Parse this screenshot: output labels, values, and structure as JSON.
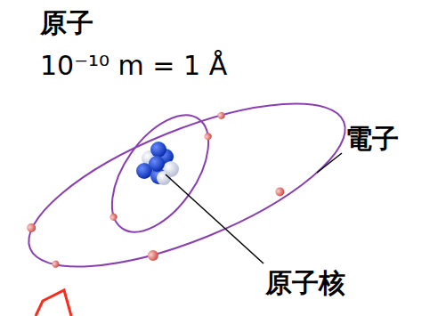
{
  "diagram": {
    "labels": [
      "原子",
      "10⁻¹⁰ m = 1 Å",
      "電子",
      "原子核"
    ]
  }
}
